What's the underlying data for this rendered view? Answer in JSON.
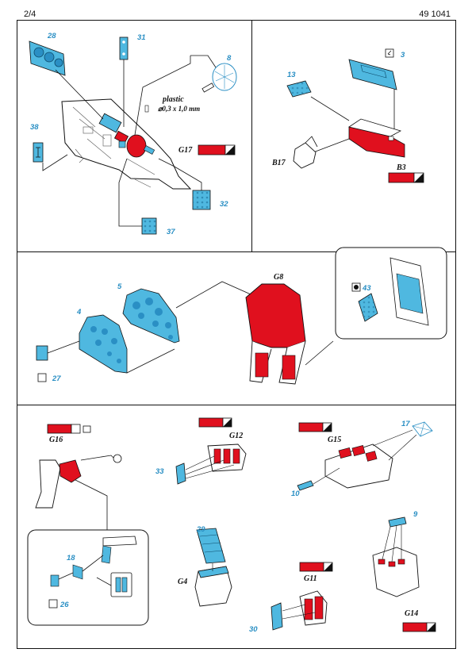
{
  "header": {
    "page": "2/4",
    "code": "49 1041"
  },
  "colors": {
    "photoetch": "#4fb8e0",
    "paint_red": "#e0101e",
    "line": "#111111"
  },
  "parts": {
    "p28": "28",
    "p31": "31",
    "p8": "8",
    "p38": "38",
    "p32": "32",
    "p37": "37",
    "p3": "3",
    "p13": "13",
    "p5": "5",
    "p4": "4",
    "p27": "27",
    "p43": "43",
    "p33": "33",
    "p17": "17",
    "p10": "10",
    "p18": "18",
    "p26": "26",
    "p29": "29",
    "p9": "9",
    "p30": "30"
  },
  "labels": {
    "plastic": "plastic",
    "plastic_dim": "0,3 x 1,0 mm",
    "G17": "G17",
    "B17": "B17",
    "B3": "B3",
    "G8": "G8",
    "G16": "G16",
    "G12": "G12",
    "G15": "G15",
    "G4": "G4",
    "G11": "G11",
    "G14": "G14"
  }
}
